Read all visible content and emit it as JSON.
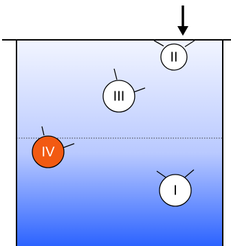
{
  "diagram": {
    "colors": {
      "fluid_top": "#f2f5ff",
      "fluid_mid": "#b9c9ff",
      "fluid_bottom": "#2c63ff",
      "outline": "#000000",
      "highlight_fill": "#f25a12",
      "node_fill": "#ffffff"
    },
    "nodes": [
      {
        "id": "I",
        "label": "I",
        "highlighted": false
      },
      {
        "id": "II",
        "label": "II",
        "highlighted": false
      },
      {
        "id": "III",
        "label": "III",
        "highlighted": false
      },
      {
        "id": "IV",
        "label": "IV",
        "highlighted": true
      }
    ],
    "features": {
      "force_arrow_icon": "down-arrow-icon",
      "dotted_level_line": true
    }
  }
}
